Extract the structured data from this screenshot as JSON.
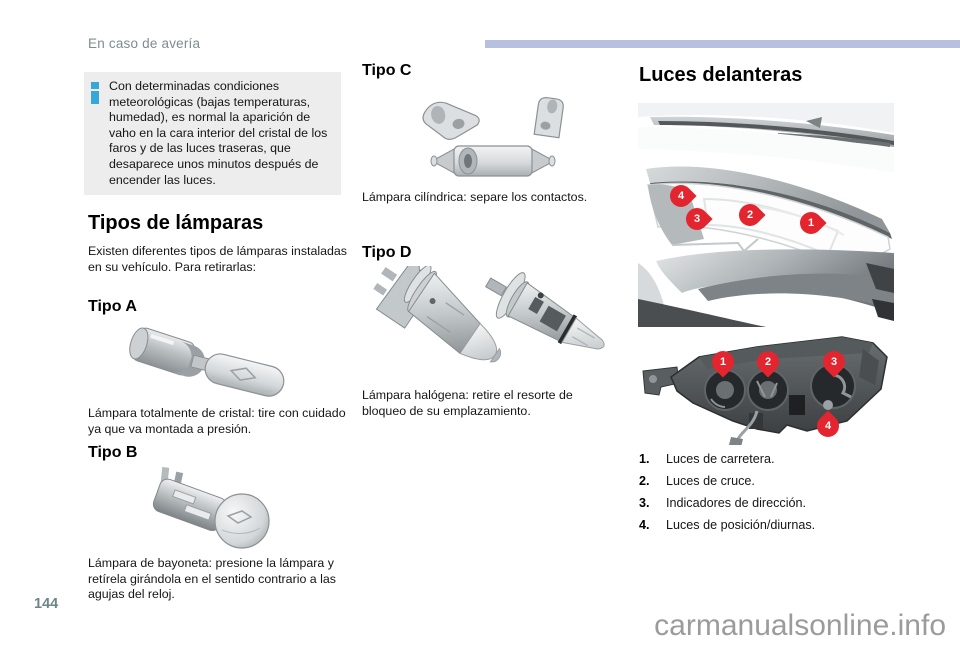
{
  "page": {
    "running_header": "En caso de avería",
    "page_number": "144",
    "watermark": "carmanualsonline.info"
  },
  "info_note": {
    "icon": "info-icon",
    "text": "Con determinadas condiciones meteorológicas (bajas temperaturas, humedad), es normal la aparición de vaho en la cara interior del cristal de los faros y de las luces traseras, que desaparece unos minutos después de encender las luces."
  },
  "lamp_types": {
    "title": "Tipos de lámparas",
    "intro": "Existen diferentes tipos de lámparas instaladas en su vehículo. Para retirarlas:",
    "types": [
      {
        "label": "Tipo A",
        "caption": "Lámpara totalmente de cristal: tire con cuidado ya que va montada a presión."
      },
      {
        "label": "Tipo B",
        "caption": "Lámpara de bayoneta: presione la lámpara y retírela girándola en el sentido contrario a las agujas del reloj."
      },
      {
        "label": "Tipo C",
        "caption": "Lámpara cilíndrica: separe los contactos."
      },
      {
        "label": "Tipo D",
        "caption": "Lámpara halógena: retire el resorte de bloqueo de su emplazamiento."
      }
    ]
  },
  "front_lights": {
    "title": "Luces delanteras",
    "callouts_front_view": [
      "4",
      "3",
      "2",
      "1"
    ],
    "callouts_rear_view": [
      "1",
      "2",
      "3",
      "4"
    ],
    "legend": [
      {
        "num": "1.",
        "label": "Luces de carretera."
      },
      {
        "num": "2.",
        "label": "Luces de cruce."
      },
      {
        "num": "3.",
        "label": "Indicadores de dirección."
      },
      {
        "num": "4.",
        "label": "Luces de posición/diurnas."
      }
    ]
  },
  "colors": {
    "accent_bar": "#b7c0df",
    "info_icon_blue": "#35a8d9",
    "callout_red": "#e2252e",
    "header_gray": "#7e8d90",
    "watermark_gray": "#9b9b9b"
  }
}
